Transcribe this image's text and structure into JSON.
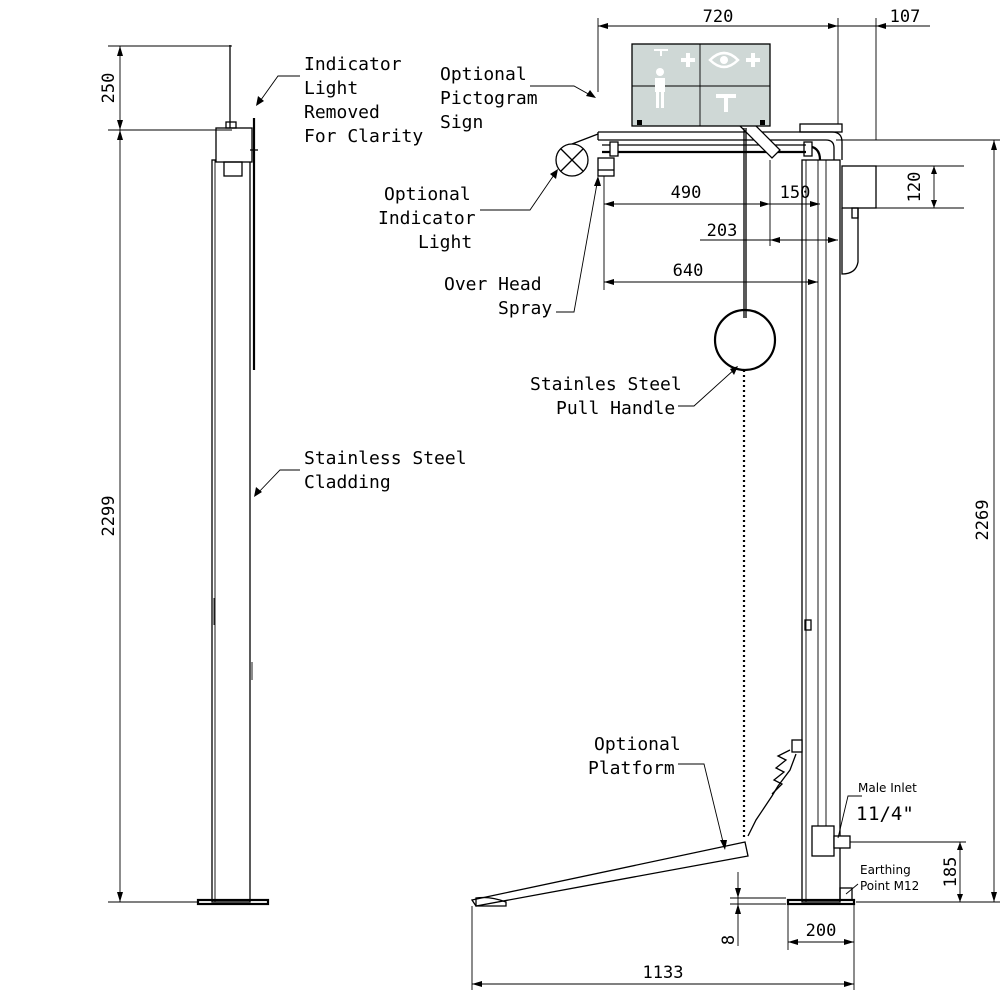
{
  "labels": {
    "indicator_removed": [
      "Indicator",
      "Light",
      "Removed",
      "For Clarity"
    ],
    "pictogram": [
      "Optional",
      "Pictogram",
      "Sign"
    ],
    "indicator_light": [
      "Optional",
      "Indicator",
      "Light"
    ],
    "overhead_spray": [
      "Over Head",
      "Spray"
    ],
    "pull_handle": [
      "Stainles Steel",
      "Pull Handle"
    ],
    "cladding": [
      "Stainless Steel",
      "Cladding"
    ],
    "platform": [
      "Optional",
      "Platform"
    ],
    "male_inlet": "Male Inlet",
    "inlet_size_whole": "1",
    "inlet_size_frac": "1/4\"",
    "earthing": [
      "Earthing",
      "Point M12"
    ]
  },
  "dimensions": {
    "d250": "250",
    "d2299": "2299",
    "d720": "720",
    "d107": "107",
    "d120": "120",
    "d490": "490",
    "d150": "150",
    "d203": "203",
    "d640": "640",
    "d2269": "2269",
    "d185": "185",
    "d8": "8",
    "d200": "200",
    "d1133": "1133"
  },
  "colors": {
    "line": "#000000",
    "sign_panel": "#cfd8d6",
    "sign_glyph": "#ffffff"
  },
  "icons": [
    "person-icon",
    "plus-icon",
    "eye-icon",
    "shower-icon",
    "indicator-light-icon"
  ]
}
